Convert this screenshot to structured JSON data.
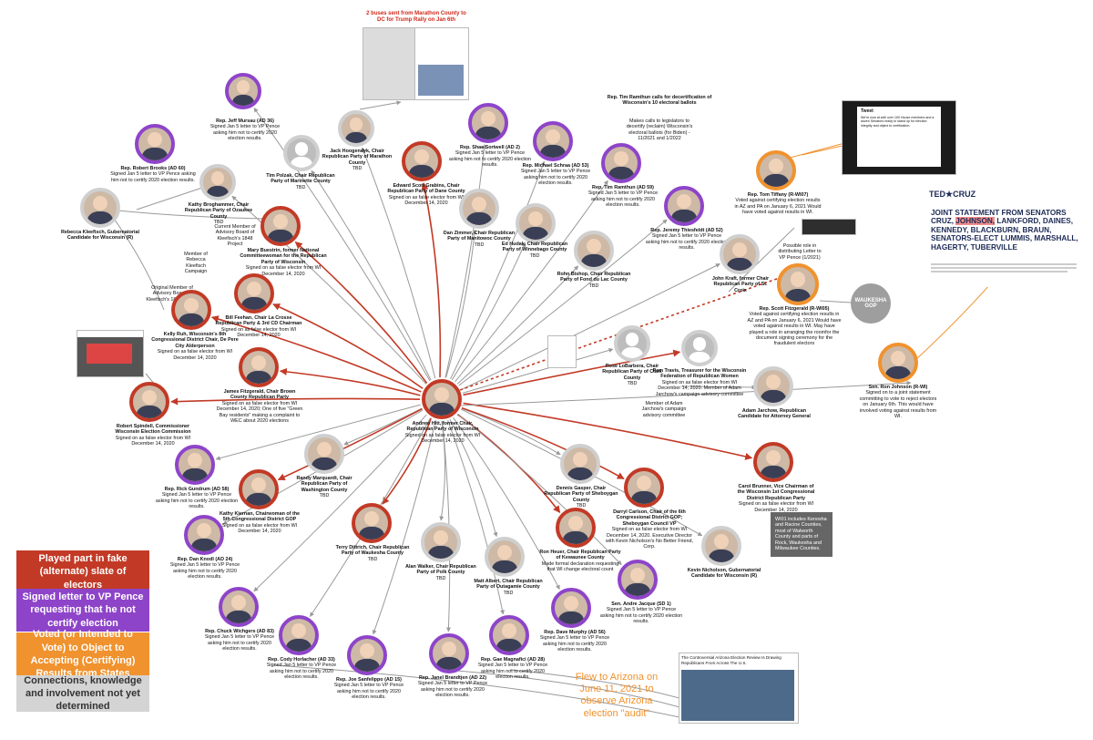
{
  "legend": [
    {
      "text": "Played part in fake (alternate) slate of electors",
      "color": "#c23a26"
    },
    {
      "text": "Signed letter to VP Pence requesting that he not certify election",
      "color": "#8e44c9"
    },
    {
      "text": "Voted (or Intended to Vote) to Object to Accepting (Certifying) Results from States",
      "color": "#f0922e"
    },
    {
      "text": "Connections, knowledge and involvement not yet determined",
      "color": "#d4d4d4",
      "text_color": "#333333"
    }
  ],
  "center": {
    "name": "Andrew Hitt, former Chair, Republican Party of Wisconsin",
    "desc": "Signed on as false elector from WI December 14, 2020"
  },
  "people": [
    {
      "id": "mursau",
      "name": "Rep. Jeff Mursau (AD 36)",
      "desc": "Signed Jan 5 letter to VP Pence asking him not to certify 2020 election results."
    },
    {
      "id": "hoogendyk",
      "name": "Jack Hoogendyk, Chair Republican Party of Marathon County",
      "desc": "TBD"
    },
    {
      "id": "polzak",
      "name": "Tim Polzak, Chair Republican Party of Marinette County",
      "desc": "TBD"
    },
    {
      "id": "brooks",
      "name": "Rep. Robert Brooks (AD 60)",
      "desc": "Signed Jan 5 letter to VP Pence asking him not to certify 2020 election results."
    },
    {
      "id": "kleefisch",
      "name": "Rebecca Kleefisch, Gubernatorial Candidate for Wisconsin (R)",
      "desc": ""
    },
    {
      "id": "brughammer",
      "name": "Kathy Broghammer, Chair Republican Party of Ozaukee County",
      "desc": "TBD"
    },
    {
      "id": "buestrin",
      "name": "Mary Buestrin, former National Committeewoman for the Republican Party of Wisconsin",
      "desc": "Signed on as false elector from WI December 14, 2020"
    },
    {
      "id": "grabins",
      "name": "Edward Scott Grabins, Chair Republican Party of Dane County",
      "desc": "Signed on as false elector from WI December 14, 2020"
    },
    {
      "id": "sortwell",
      "name": "Rep. Shae Sortwell (AD 2)",
      "desc": "Signed Jan 5 letter to VP Pence asking him not to certify 2020 election results."
    },
    {
      "id": "schraa",
      "name": "Rep. Michael Schraa (AD 53)",
      "desc": "Signed Jan 5 letter to VP Pence asking him not to certify 2020 election results."
    },
    {
      "id": "zimmer",
      "name": "Dan Zimmer, Chair Republican Party of Manitowoc County",
      "desc": "TBD"
    },
    {
      "id": "hudak",
      "name": "Ed Hudak, Chair Republican Party of Winnebago County",
      "desc": "TBD"
    },
    {
      "id": "ramthun",
      "name": "Rep. Tim Ramthun (AD 59)",
      "desc": "Signed Jan 5 letter to VP Pence asking him not to certify 2020 election results."
    },
    {
      "id": "thiesfeldt",
      "name": "Rep. Jeremy Thiesfeldt (AD 52)",
      "desc": "Signed Jan 5 letter to VP Pence asking him not to certify 2020 election results."
    },
    {
      "id": "bishop",
      "name": "Rohn Bishop, Chair Republican Party of Fond du Lac County",
      "desc": "TBD"
    },
    {
      "id": "tiffany",
      "name": "Rep. Tom Tiffany (R-WI07)",
      "desc": "Voted against certifying election results in AZ and PA on January 6, 2021 Would have voted against results in WI."
    },
    {
      "id": "kraft",
      "name": "John Kraft, former Chair Republican Party of St. Croix",
      "desc": ""
    },
    {
      "id": "fitzgerald",
      "name": "Rep. Scott Fitzgerald (R-WI05)",
      "desc": "Voted against certifying election results in AZ and PA on January 6, 2021 Would have voted against results in WI. May have played a role in arranging the roomfor the document signing ceremony for the fraudulent electors"
    },
    {
      "id": "feehan",
      "name": "Bill Feehan, Chair La Crosse Republican Party & 3rd CD Chairman",
      "desc": "Signed on as false elector from WI December 14, 2020"
    },
    {
      "id": "ruh",
      "name": "Kelly Ruh, Wisconsin's 8th Congressional District Chair, De Pere City Alderperson",
      "desc": "Signed on as false elector from WI December 14, 2020"
    },
    {
      "id": "lobarbera",
      "name": "Rose LoBarbera, Chair Republican Party of Clark County",
      "desc": "TBD"
    },
    {
      "id": "travis",
      "name": "Pam Travis, Treasurer for the Wisconsin Federation of Republican Women",
      "desc": "Signed on as false elector from WI December 14, 2020. Member of Adam Jarchow's campaign advisory committee"
    },
    {
      "id": "jarchow",
      "name": "Adam Jarchow, Republican Candidate for Attorney General",
      "desc": ""
    },
    {
      "id": "johnson",
      "name": "Sen. Ron Johnson (R-WI)",
      "desc": "Signed on to a joint statement committing to vote to reject electors on January 6th. This would have involved voting against results from WI."
    },
    {
      "id": "fitzgerald_j",
      "name": "James Fitzgerald, Chair Brown County Republican Party",
      "desc": "Signed on as false elector from WI December 14, 2020; One of five \"Green Bay residents\" making a complaint to WEC about 2020 elections"
    },
    {
      "id": "spindell",
      "name": "Robert Spindell, Commissioner Wisconsin Election Commission",
      "desc": "Signed on as false elector from WI December 14, 2020"
    },
    {
      "id": "gundrum",
      "name": "Rep. Rick Gundrum (AD 58)",
      "desc": "Signed Jan 5 letter to VP Pence asking him not to certify 2020 election results."
    },
    {
      "id": "marquardt",
      "name": "Randy Marquardt, Chair Republican Party of Washington County",
      "desc": "TBD"
    },
    {
      "id": "kiernan",
      "name": "Kathy Kiernan, Chairwoman of the 5th Congressional District GOP",
      "desc": "Signed on as false elector from WI December 14, 2020"
    },
    {
      "id": "gasper",
      "name": "Dennis Gasper, Chair Republican Party of Sheboygan County",
      "desc": "TBD"
    },
    {
      "id": "carlson",
      "name": "Darryl Carlson, Chair of the 6th Congressional District GOP; Sheboygan Council VP",
      "desc": "Signed on as false elector from WI December 14, 2020. Executive Director with Kevin Nicholson's No Better Friend, Corp."
    },
    {
      "id": "brunner",
      "name": "Carol Brunner, Vice Chairman of the Wisconsin 1st Congressional District Republican Party",
      "desc": "Signed on as false elector from WI December 14, 2020"
    },
    {
      "id": "knodl",
      "name": "Rep. Dan Knodl (AD 24)",
      "desc": "Signed Jan 5 letter to VP Pence asking him not to certify 2020 election results."
    },
    {
      "id": "dittrich",
      "name": "Terry Dittrich, Chair Republican Party of Waukesha County",
      "desc": "TBD"
    },
    {
      "id": "walker",
      "name": "Alan Walker, Chair Republican Party of Polk County",
      "desc": "TBD"
    },
    {
      "id": "albert",
      "name": "Matt Albert, Chair Republican Party of Outagamie County",
      "desc": "TBD"
    },
    {
      "id": "hauer",
      "name": "Ron Heuer, Chair Republican Party of Kewaunee County",
      "desc": "Made formal declaration requesting that WI change electoral count"
    },
    {
      "id": "nicholson",
      "name": "Kevin Nicholson, Gubernatorial Candidate for Wisconsin (R)",
      "desc": ""
    },
    {
      "id": "jacque",
      "name": "Sen. Andre Jacque (SD 1)",
      "desc": "Signed Jan 5 letter to VP Pence asking him not to certify 2020 election results."
    },
    {
      "id": "wichgers",
      "name": "Rep. Chuck Wichgers (AD 83)",
      "desc": "Signed Jan 5 letter to VP Pence asking him not to certify 2020 election results."
    },
    {
      "id": "horlacher",
      "name": "Rep. Cody Horlacher (AD 33)",
      "desc": "Signed Jan 5 letter to VP Pence asking him not to certify 2020 election results."
    },
    {
      "id": "sanfelippo",
      "name": "Rep. Joe Sanfelippo (AD 15)",
      "desc": "Signed Jan 5 letter to VP Pence asking him not to certify 2020 election results."
    },
    {
      "id": "brandtjen",
      "name": "Rep. Janel Brandtjen (AD 22)",
      "desc": "Signed Jan 5 letter to VP Pence asking him not to certify 2020 election results."
    },
    {
      "id": "magnafici",
      "name": "Rep. Gae Magnafici (AD 28)",
      "desc": "Signed Jan 5 letter to VP Pence asking him not to certify 2020 election results."
    },
    {
      "id": "murphy",
      "name": "Rep. Dave Murphy (AD 56)",
      "desc": "Signed Jan 5 letter to VP Pence asking him not to certify 2020 election results."
    }
  ],
  "notes": {
    "buses": "2 buses sent from Marathon County to DC for Trump Rally on Jan 6th",
    "ramthun_head": "Rep. Tim Ramthun calls for decertification of Wisconsin's 10 electoral ballots",
    "ramthun_body": "Makes calls to legislators to decertify (reclaim) Wisconsin's electoral ballots (for Biden) - 11/2021 and 1/2022",
    "advisory_current": "Current Member of Advisory Board of Kleefisch's 1848 Project",
    "kleefisch_campaign": "Member of Rebecca Kleefisch Campaign",
    "advisory_original": "Original Member of Advisory Board of Kleefisch's 1848 Project",
    "jarchow_committee": "Member of Adam Jarchow's campaign advisory committee",
    "possible_role": "Possible role in distributing Letter to VP Pence (1/2021)",
    "waukesha": "WAUKESHA GOP",
    "wi1": "WI01 includes Kenosha and Racine Counties, most of Walworth County and parts of Rock, Waukesha and Milwaukee Counties.",
    "arizona": "Flew to Arizona on June 11, 2021 to observe Arizona election \"audit\"",
    "tedcruz_logo": "TED★CRUZ",
    "tedcruz_headline_a": "JOINT STATEMENT FROM SENATORS CRUZ,",
    "tedcruz_highlight": "JOHNSON,",
    "tedcruz_headline_b": "LANKFORD, DAINES, KENNEDY, BLACKBURN, BRAUN, SENATORS-ELECT LUMMIS, MARSHALL, HAGERTY, TUBERVILLE",
    "tweet_header": "Tweet",
    "tweet_body": "We're now at well over 100 House members and a dozen Senators ready to stand up for election integrity and object to certification.",
    "az_caption": "The Controversial Arizona Election Review Is Drawing Republicans From Across The U.S."
  },
  "colors": {
    "red": "#c23a26",
    "purple": "#8e44c9",
    "orange": "#f0922e",
    "gray": "#cfcfcf",
    "note_red": "#d0281a"
  }
}
